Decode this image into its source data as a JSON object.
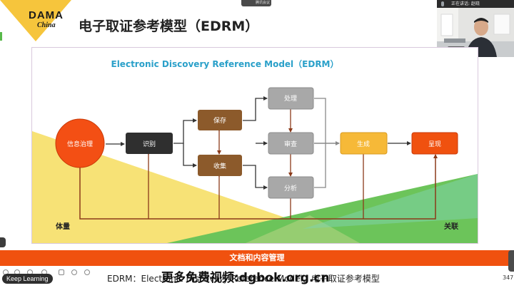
{
  "logo": {
    "brand": "DAMA",
    "sub": "China"
  },
  "slide_title": "电子取证参考模型（EDRM）",
  "meeting": {
    "pill": "腾讯会议",
    "speaker_status": "正在讲话: 赵晓",
    "camera_name": "赵晓"
  },
  "diagram": {
    "title": "Electronic Discovery Reference Model（EDRM）",
    "nodes": {
      "info_governance": "信息治理",
      "identify": "识别",
      "preserve": "保存",
      "collect": "收集",
      "process": "处理",
      "review": "审查",
      "analyze": "分析",
      "produce": "生成",
      "present": "呈现"
    },
    "left_label": "体量",
    "right_label": "关联",
    "colors": {
      "info_governance": "#f34f14",
      "identify": "#2f2f2f",
      "preserve_collect": "#8c5a2b",
      "gray_nodes": "#a8a8a8",
      "produce": "#f6b938",
      "present": "#f0510f",
      "arrow": "#8b3a1a",
      "yellow_wedge": "#f7e276",
      "green_wedge": "#6cc45a"
    }
  },
  "banner": "文档和内容管理",
  "caption": "EDRM：Electronic Discovery Reference Model，电子取证参考模型",
  "overlay_text": "更多免费视频:dgbok.org.cn",
  "controls": {
    "keep_learning": "Keep Learning",
    "page": "347"
  }
}
